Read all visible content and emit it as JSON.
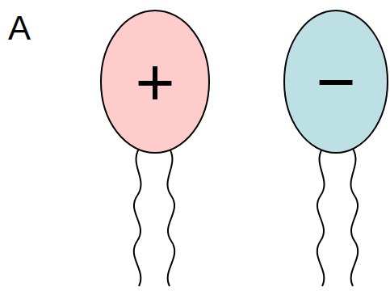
{
  "diagram": {
    "nodes": [
      {
        "text": [
          "+"
        ]
      },
      {
        "text": [
          "−"
        ]
      }
    ],
    "labels": [
      "A"
    ]
  }
}
